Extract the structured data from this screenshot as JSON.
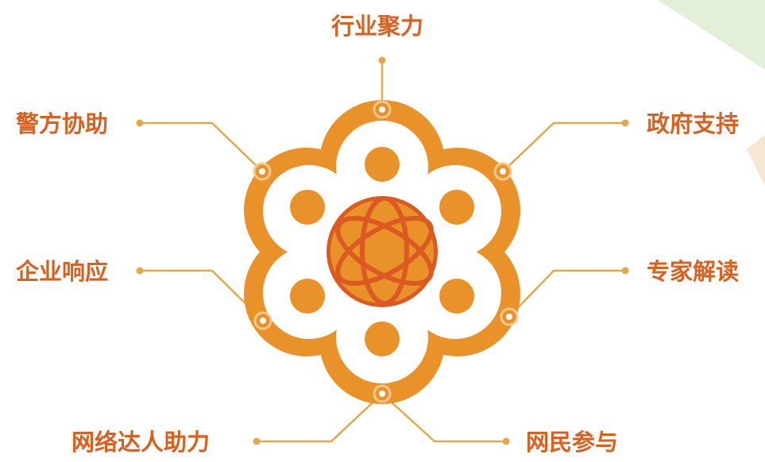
{
  "colors": {
    "orange_light": "#E9922A",
    "orange_dark": "#DA5A22",
    "connector": "#E2A84A",
    "label_text": "#D9601F",
    "leaf_green": "#E4EFD9",
    "leaf_peach": "#F6E7D3"
  },
  "center_icon": "atom-icon",
  "labels": {
    "top": "行业聚力",
    "upper_left": "警方协助",
    "upper_right": "政府支持",
    "middle_left": "企业响应",
    "middle_right": "专家解读",
    "bottom_left": "网络达人助力",
    "bottom_right": "网民参与"
  }
}
